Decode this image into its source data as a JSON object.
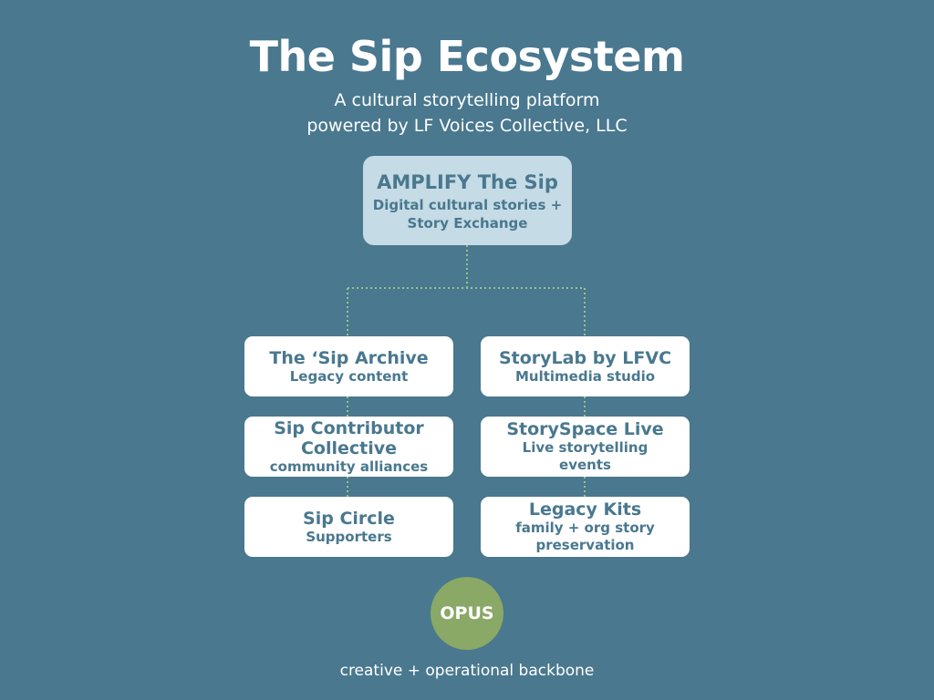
{
  "title": "The Sip Ecosystem",
  "subtitle_line1": "A cultural storytelling platform",
  "subtitle_line2": "powered by LF Voices Collective, LLC",
  "top_node": {
    "name": "AMPLIFY The Sip",
    "desc_line1": "Digital cultural stories +",
    "desc_line2": "Story Exchange"
  },
  "left_nodes": [
    {
      "name_lines": [
        "The ‘Sip Archive"
      ],
      "desc_lines": [
        "Legacy content"
      ]
    },
    {
      "name_lines": [
        "Sip Contributor",
        "Collective"
      ],
      "desc_lines": [
        "community alliances"
      ]
    },
    {
      "name_lines": [
        "Sip Circle"
      ],
      "desc_lines": [
        "Supporters"
      ]
    }
  ],
  "right_nodes": [
    {
      "name_lines": [
        "StoryLab by LFVC"
      ],
      "desc_lines": [
        "Multimedia studio"
      ]
    },
    {
      "name_lines": [
        "StorySpace Live"
      ],
      "desc_lines": [
        "Live storytelling",
        "events"
      ]
    },
    {
      "name_lines": [
        "Legacy Kits"
      ],
      "desc_lines": [
        "family + org story",
        "preservation"
      ]
    }
  ],
  "opus": {
    "label": "OPUS",
    "caption": "creative + operational backbone"
  },
  "colors": {
    "background": "#49788f",
    "top_box": "#c5dbe5",
    "box": "#ffffff",
    "box_text": "#49788f",
    "opus_circle": "#8aa866",
    "connector": "#9cc08a"
  }
}
